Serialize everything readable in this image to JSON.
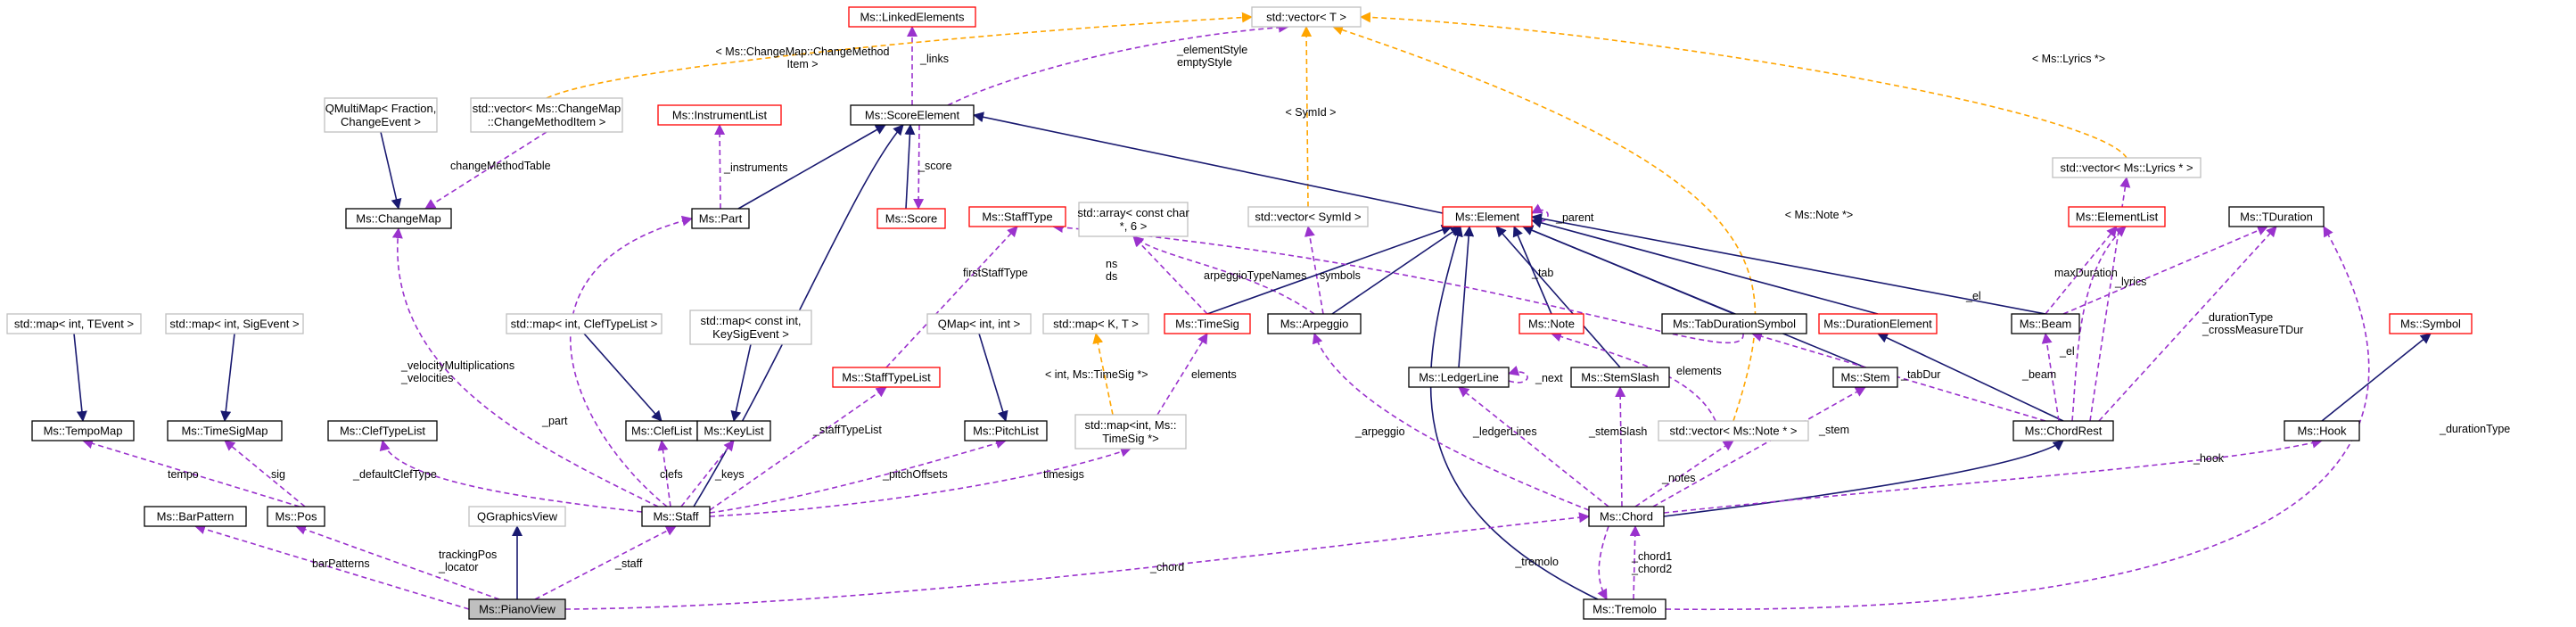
{
  "colors": {
    "inherit": "#191970",
    "usage": "#9a32cd",
    "template": "#ffa500",
    "border_documented": "#000000",
    "border_undocumented_template": "#bfbfbf",
    "border_missing": "#ff0000",
    "focus_fill": "#bfbfbf"
  },
  "nodes": {
    "linked_elements": "Ms::LinkedElements",
    "std_vector_t": "std::vector< T >",
    "qmultimap": [
      "QMultiMap< Fraction,",
      "ChangeEvent >"
    ],
    "vector_changemethod": [
      "std::vector< Ms::ChangeMap",
      "::ChangeMethodItem >"
    ],
    "instrument_list": "Ms::InstrumentList",
    "score_element": "Ms::ScoreElement",
    "vector_lyrics": "std::vector< Ms::Lyrics * >",
    "change_map": "Ms::ChangeMap",
    "part": "Ms::Part",
    "score": "Ms::Score",
    "staff_type": "Ms::StaffType",
    "array_char": [
      "std::array< const char",
      "*, 6 >"
    ],
    "vector_symid": "std::vector< SymId >",
    "element": "Ms::Element",
    "element_list": "Ms::ElementList",
    "tduration": "Ms::TDuration",
    "map_tevent": "std::map< int, TEvent >",
    "map_sigevent": "std::map< int, SigEvent >",
    "map_clefbasic": "std::map< int, ClefTypeList >",
    "map_keysig": [
      "std::map< const int,",
      "KeySigEvent >"
    ],
    "qmap_int": "QMap< int, int >",
    "map_kt": "std::map< K, T >",
    "time_sig": "Ms::TimeSig",
    "arpeggio": "Ms::Arpeggio",
    "note": "Ms::Note",
    "tab_duration_symbol": "Ms::TabDurationSymbol",
    "duration_element": "Ms::DurationElement",
    "beam": "Ms::Beam",
    "symbol": "Ms::Symbol",
    "staff_type_list": "Ms::StaffTypeList",
    "tempo_map": "Ms::TempoMap",
    "time_sig_map": "Ms::TimeSigMap",
    "clef_type_list": "Ms::ClefTypeList",
    "clef_list": "Ms::ClefList",
    "key_list": "Ms::KeyList",
    "pitch_list": "Ms::PitchList",
    "map_timesig": [
      "std::map<int, Ms::",
      "TimeSig *>"
    ],
    "ledger_line": "Ms::LedgerLine",
    "stem_slash": "Ms::StemSlash",
    "vector_note": "std::vector< Ms::Note * >",
    "stem": "Ms::Stem",
    "chord_rest": "Ms::ChordRest",
    "hook": "Ms::Hook",
    "bar_pattern": "Ms::BarPattern",
    "pos": "Ms::Pos",
    "qgraphicsview": "QGraphicsView",
    "staff": "Ms::Staff",
    "chord": "Ms::Chord",
    "piano_view": "Ms::PianoView",
    "tremolo": "Ms::Tremolo"
  },
  "edge_labels": {
    "links": "_links",
    "changemap_tpl": [
      "< Ms::ChangeMap::ChangeMethod",
      "Item >"
    ],
    "element_style": [
      "_elementStyle",
      "emptyStyle"
    ],
    "lyrics_tpl": "< Ms::Lyrics *>",
    "symid_tpl": "< SymId >",
    "change_method_table": "changeMethodTable",
    "instruments": "_instruments",
    "score": "_score",
    "parent": "_parent",
    "note_tpl": "< Ms::Note *>",
    "first_staff_type": "firstStaffType",
    "arpeggio_type_names": "arpeggioTypeNames",
    "ns_ds": [
      "ns",
      "ds"
    ],
    "symbols": "symbols",
    "tab": "_tab",
    "el_beam": "_el",
    "max_duration": "maxDuration",
    "lyrics": "_lyrics",
    "el_chordrest": "_el",
    "duration_type_cross": [
      "_durationType",
      "_crossMeasureTDur"
    ],
    "velocity": [
      "_velocityMultiplications",
      "_velocities"
    ],
    "part": "_part",
    "int_timesig_tpl": "< int, Ms::TimeSig *>",
    "elements_timesig": "elements",
    "next": "_next",
    "elements_note": "elements",
    "tab_dur": "_tabDur",
    "beam": "_beam",
    "staff_type_list": "_staffTypeList",
    "default_clef_type": "_defaultClefType",
    "clefs": "clefs",
    "keys": "_keys",
    "pitch_offsets": "_pitchOffsets",
    "timesigs": "timesigs",
    "arpeggio": "_arpeggio",
    "ledger_lines": "_ledgerLines",
    "stem_slash": "_stemSlash",
    "notes": "_notes",
    "stem": "_stem",
    "hook": "_hook",
    "duration_type": "_durationType",
    "tempo": "tempo",
    "sig": "sig",
    "tracking_pos": [
      "trackingPos",
      "_locator"
    ],
    "staff": "_staff",
    "bar_patterns": "barPatterns",
    "chord": "_chord",
    "tremolo": "_tremolo",
    "chord12": [
      "_chord1",
      "_chord2"
    ]
  }
}
